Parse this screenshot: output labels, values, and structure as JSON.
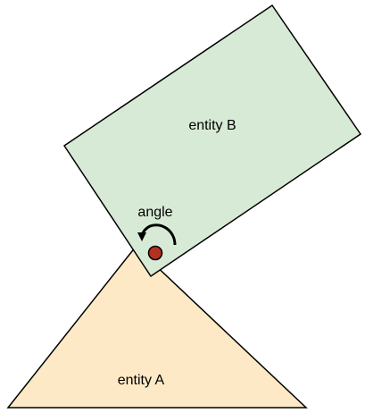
{
  "diagram": {
    "entity_a": {
      "label": "entity A",
      "fill": "#fde9c6",
      "stroke": "#000000"
    },
    "entity_b": {
      "label": "entity B",
      "fill": "#d7ead5",
      "stroke": "#000000"
    },
    "pivot": {
      "fill": "#b5301f",
      "stroke": "#000000"
    },
    "angle_indicator": {
      "label": "angle",
      "direction": "counter-clockwise",
      "color": "#000000"
    }
  }
}
